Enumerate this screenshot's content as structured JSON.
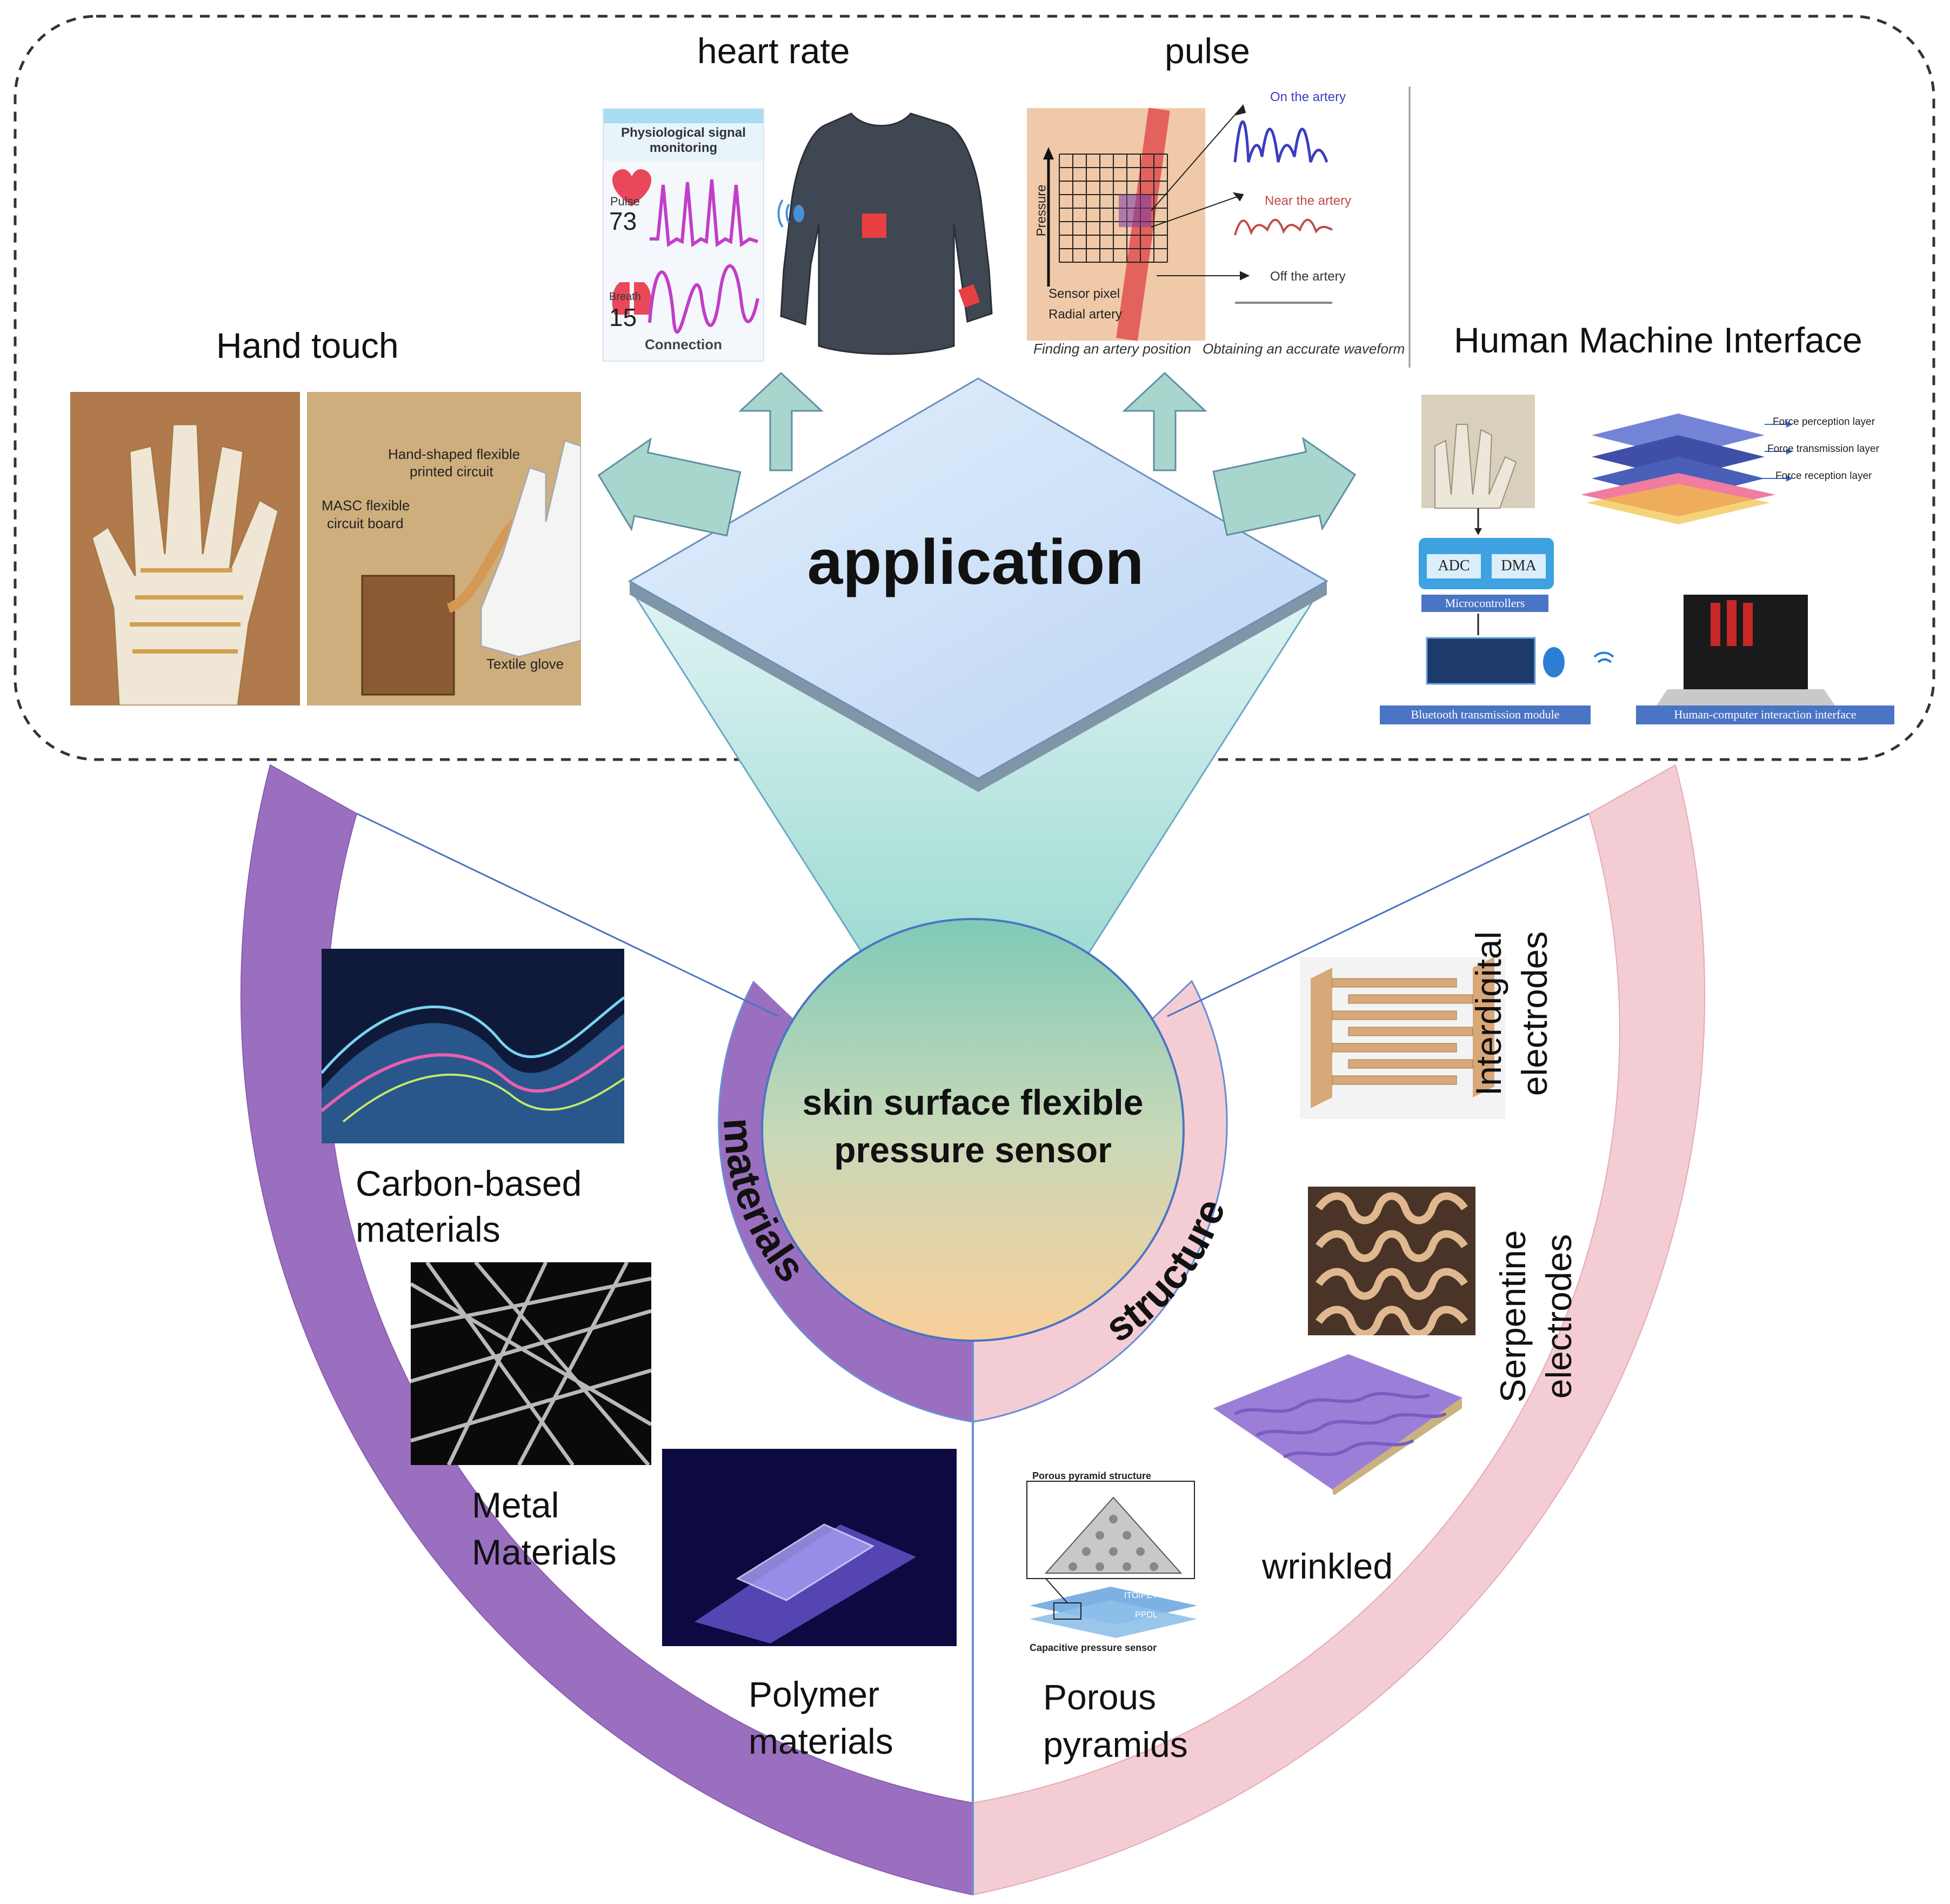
{
  "center": {
    "line1": "skin surface flexible",
    "line2": "pressure sensor",
    "application": "application",
    "materials": "materials",
    "structure": "structure"
  },
  "applications": {
    "heart_rate": "heart rate",
    "pulse": "pulse",
    "hand_touch": "Hand touch",
    "hmi": "Human Machine Interface"
  },
  "heart_panel": {
    "header1": "Physiological signal",
    "header2": "monitoring",
    "pulse_label": "Pulse",
    "pulse_value": "73",
    "breath_label": "Breath",
    "breath_value": "15",
    "footer": "Connection"
  },
  "pulse_panel": {
    "on": "On the artery",
    "near": "Near the artery",
    "off": "Off the artery",
    "pressure": "Pressure",
    "sensor_pixel": "Sensor pixel",
    "radial_artery": "Radial artery",
    "caption1": "Finding an artery position",
    "caption2": "Obtaining an accurate waveform"
  },
  "hand_panel": {
    "flex1": "Hand-shaped flexible",
    "flex2": "printed circuit",
    "masc1": "MASC flexible",
    "masc2": "circuit board",
    "glove": "Textile glove"
  },
  "hmi_panel": {
    "layer1": "Force perception layer",
    "layer2": "Force transmission layer",
    "layer3": "Force reception layer",
    "adc": "ADC",
    "dma": "DMA",
    "micro": "Microcontrollers",
    "bt": "Bluetooth transmission module",
    "hci": "Human-computer interaction interface"
  },
  "materials": {
    "carbon1": "Carbon-based",
    "carbon2": "materials",
    "metal1": "Metal",
    "metal2": "Materials",
    "polymer1": "Polymer",
    "polymer2": "materials"
  },
  "structures": {
    "inter1": "Interdigital",
    "inter2": "electrodes",
    "serp1": "Serpentine",
    "serp2": "electrodes",
    "wrinkled": "wrinkled",
    "porous1": "Porous",
    "porous2": "pyramids",
    "pp_title": "Porous pyramid structure",
    "pp_caption": "Capacitive pressure sensor",
    "pp_ito": "ITO/PET",
    "pp_pdms": "PPDL"
  },
  "colors": {
    "materials_purple": "#9b6fbf",
    "structure_pink": "#f4cdd4",
    "diamond_blue": "#cfe3fa",
    "arrow_teal": "#a9d6cc",
    "funnel_teal": "#aee3df",
    "circle_top": "#7fcab8",
    "circle_bottom": "#f9cf9a",
    "hmi_blue": "#4a74c4"
  }
}
